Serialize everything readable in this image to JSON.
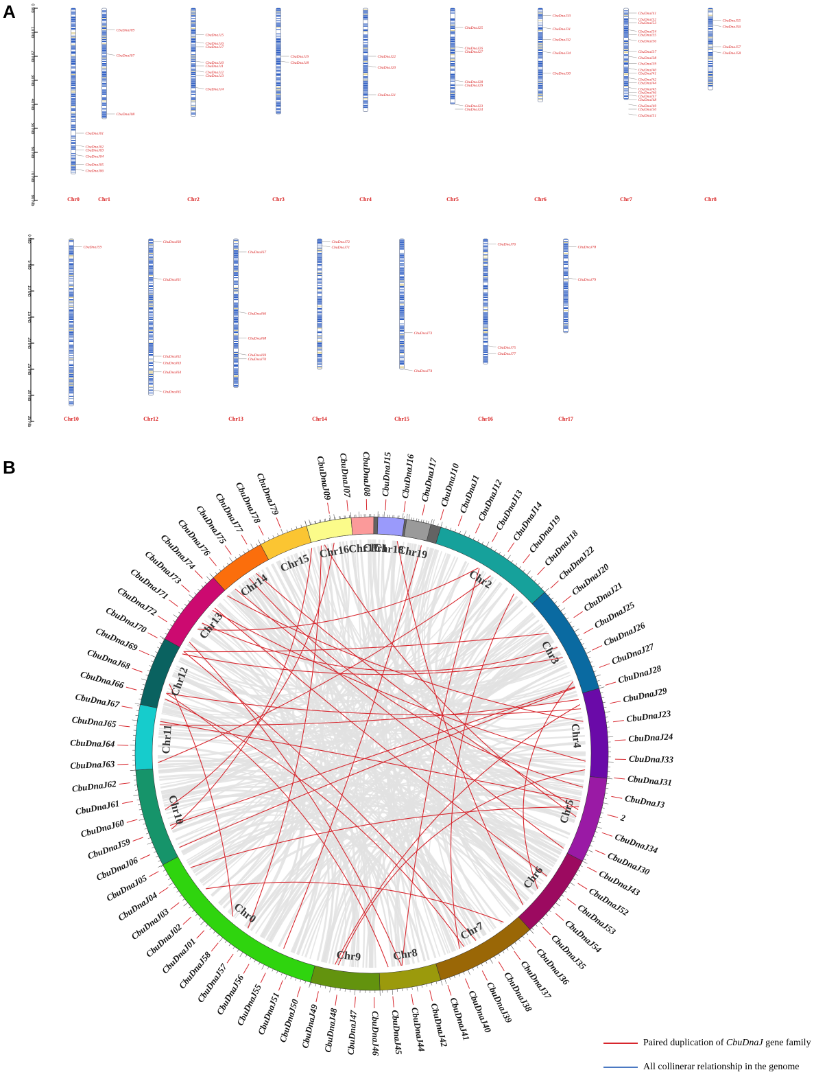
{
  "panel_a_label": "A",
  "panel_b_label": "B",
  "scale_top": {
    "ticks": [
      "0 Mb",
      "10 Mb",
      "20 Mb",
      "30 Mb",
      "40 Mb",
      "50 Mb",
      "60 Mb",
      "70 Mb",
      "80 Mb"
    ],
    "max_mb": 80
  },
  "scale_bottom": {
    "ticks": [
      "0 Mb",
      "5 Mb",
      "10 Mb",
      "15 Mb",
      "20 Mb",
      "25 Mb",
      "30 Mb",
      "35 Mb"
    ],
    "max_mb": 35
  },
  "chromosomes_top": [
    {
      "name": "Chr0",
      "length_mb": 69,
      "genes": [
        {
          "id": "CbuDnaJ01",
          "pos": 52
        },
        {
          "id": "CbuDnaJ02",
          "pos": 57
        },
        {
          "id": "CbuDnaJ03",
          "pos": 59
        },
        {
          "id": "CbuDnaJ04",
          "pos": 61
        },
        {
          "id": "CbuDnaJ05",
          "pos": 65
        },
        {
          "id": "CbuDnaJ06",
          "pos": 67
        }
      ]
    },
    {
      "name": "Chr1",
      "length_mb": 46,
      "genes": [
        {
          "id": "CbuDnaJ09",
          "pos": 9
        },
        {
          "id": "CbuDnaJ07",
          "pos": 19
        },
        {
          "id": "CbuDnaJ08",
          "pos": 44
        }
      ]
    },
    {
      "name": "Chr2",
      "length_mb": 45,
      "genes": [
        {
          "id": "CbuDnaJ15",
          "pos": 11
        },
        {
          "id": "CbuDnaJ16",
          "pos": 14
        },
        {
          "id": "CbuDnaJ17",
          "pos": 16
        },
        {
          "id": "CbuDnaJ10",
          "pos": 22
        },
        {
          "id": "CbuDnaJ11",
          "pos": 24
        },
        {
          "id": "CbuDnaJ12",
          "pos": 26
        },
        {
          "id": "CbuDnaJ13",
          "pos": 28
        },
        {
          "id": "CbuDnaJ14",
          "pos": 33
        }
      ]
    },
    {
      "name": "Chr3",
      "length_mb": 44,
      "genes": [
        {
          "id": "CbuDnaJ19",
          "pos": 20
        },
        {
          "id": "CbuDnaJ18",
          "pos": 22
        }
      ]
    },
    {
      "name": "Chr4",
      "length_mb": 43,
      "genes": [
        {
          "id": "CbuDnaJ22",
          "pos": 20
        },
        {
          "id": "CbuDnaJ20",
          "pos": 24
        },
        {
          "id": "CbuDnaJ21",
          "pos": 36
        }
      ]
    },
    {
      "name": "Chr5",
      "length_mb": 40,
      "genes": [
        {
          "id": "CbuDnaJ25",
          "pos": 8
        },
        {
          "id": "CbuDnaJ26",
          "pos": 16
        },
        {
          "id": "CbuDnaJ27",
          "pos": 18
        },
        {
          "id": "CbuDnaJ28",
          "pos": 30
        },
        {
          "id": "CbuDnaJ29",
          "pos": 32
        },
        {
          "id": "CbuDnaJ23",
          "pos": 40
        },
        {
          "id": "CbuDnaJ24",
          "pos": 42
        }
      ]
    },
    {
      "name": "Chr6",
      "length_mb": 39,
      "genes": [
        {
          "id": "CbuDnaJ33",
          "pos": 3
        },
        {
          "id": "CbuDnaJ31",
          "pos": 8
        },
        {
          "id": "CbuDnaJ32",
          "pos": 13
        },
        {
          "id": "CbuDnaJ34",
          "pos": 18
        },
        {
          "id": "CbuDnaJ30",
          "pos": 27
        }
      ]
    },
    {
      "name": "Chr7",
      "length_mb": 38,
      "genes": [
        {
          "id": "CbuDnaJ41",
          "pos": 2
        },
        {
          "id": "CbuDnaJ52",
          "pos": 4
        },
        {
          "id": "CbuDnaJ53",
          "pos": 6
        },
        {
          "id": "CbuDnaJ54",
          "pos": 9
        },
        {
          "id": "CbuDnaJ35",
          "pos": 11
        },
        {
          "id": "CbuDnaJ36",
          "pos": 13
        },
        {
          "id": "CbuDnaJ37",
          "pos": 18
        },
        {
          "id": "CbuDnaJ38",
          "pos": 20
        },
        {
          "id": "CbuDnaJ39",
          "pos": 23
        },
        {
          "id": "CbuDnaJ40",
          "pos": 25
        },
        {
          "id": "CbuDnaJ41",
          "pos": 27
        },
        {
          "id": "CbuDnaJ42",
          "pos": 29
        },
        {
          "id": "CbuDnaJ44",
          "pos": 31
        },
        {
          "id": "CbuDnaJ45",
          "pos": 33
        },
        {
          "id": "CbuDnaJ46",
          "pos": 35
        },
        {
          "id": "CbuDnaJ47",
          "pos": 36
        },
        {
          "id": "CbuDnaJ48",
          "pos": 38
        },
        {
          "id": "CbuDnaJ49",
          "pos": 40
        },
        {
          "id": "CbuDnaJ50",
          "pos": 42
        },
        {
          "id": "CbuDnaJ51",
          "pos": 44
        }
      ]
    },
    {
      "name": "Chr8",
      "length_mb": 34,
      "genes": [
        {
          "id": "CbuDnaJ55",
          "pos": 5
        },
        {
          "id": "CbuDnaJ56",
          "pos": 7
        },
        {
          "id": "CbuDnaJ57",
          "pos": 16
        },
        {
          "id": "CbuDnaJ58",
          "pos": 18
        }
      ]
    }
  ],
  "chromosomes_bottom": [
    {
      "name": "Chr10",
      "length_mb": 32,
      "genes": [
        {
          "id": "CbuDnaJ59",
          "pos": 1.5
        }
      ]
    },
    {
      "name": "Chr12",
      "length_mb": 30,
      "genes": [
        {
          "id": "CbuDnaJ60",
          "pos": 0.5
        },
        {
          "id": "CbuDnaJ61",
          "pos": 7.5
        },
        {
          "id": "CbuDnaJ62",
          "pos": 22.5
        },
        {
          "id": "CbuDnaJ63",
          "pos": 23.5
        },
        {
          "id": "CbuDnaJ64",
          "pos": 25.5
        },
        {
          "id": "CbuDnaJ65",
          "pos": 29
        }
      ]
    },
    {
      "name": "Chr13",
      "length_mb": 28.5,
      "genes": [
        {
          "id": "CbuDnaJ67",
          "pos": 2.5
        },
        {
          "id": "CbuDnaJ66",
          "pos": 14
        },
        {
          "id": "CbuDnaJ68",
          "pos": 19
        },
        {
          "id": "CbuDnaJ69",
          "pos": 22
        },
        {
          "id": "CbuDnaJ70",
          "pos": 23
        }
      ]
    },
    {
      "name": "Chr14",
      "length_mb": 25,
      "genes": [
        {
          "id": "CbuDnaJ72",
          "pos": 0.5
        },
        {
          "id": "CbuDnaJ71",
          "pos": 1.3
        }
      ]
    },
    {
      "name": "Chr15",
      "length_mb": 25,
      "genes": [
        {
          "id": "CbuDnaJ73",
          "pos": 18
        },
        {
          "id": "CbuDnaJ74",
          "pos": 25
        }
      ]
    },
    {
      "name": "Chr16",
      "length_mb": 24,
      "genes": [
        {
          "id": "CbuDnaJ76",
          "pos": 1
        },
        {
          "id": "CbuDnaJ75",
          "pos": 20.5
        },
        {
          "id": "CbuDnaJ77",
          "pos": 22
        }
      ]
    },
    {
      "name": "Chr17",
      "length_mb": 18,
      "genes": [
        {
          "id": "CbuDnaJ78",
          "pos": 1.5
        },
        {
          "id": "CbuDnaJ79",
          "pos": 7.5
        }
      ]
    }
  ],
  "circos": {
    "chromosomes": [
      {
        "name": "Chr1",
        "color": "#636363"
      },
      {
        "name": "Chr2",
        "color": "#16a19b"
      },
      {
        "name": "Chr3",
        "color": "#0a6aa1"
      },
      {
        "name": "Chr4",
        "color": "#6a0aa8"
      },
      {
        "name": "Chr5",
        "color": "#9a1aa5"
      },
      {
        "name": "Chr6",
        "color": "#9c0a60"
      },
      {
        "name": "Chr7",
        "color": "#9a6706"
      },
      {
        "name": "Chr8",
        "color": "#9b9a0c"
      },
      {
        "name": "Chr9",
        "color": "#63930e"
      },
      {
        "name": "Chr0",
        "color": "#2fd40e"
      },
      {
        "name": "Chr10",
        "color": "#16946a"
      },
      {
        "name": "Chr11",
        "color": "#16cccc"
      },
      {
        "name": "Chr12",
        "color": "#0a6260"
      },
      {
        "name": "Chr13",
        "color": "#cc0a70"
      },
      {
        "name": "Chr14",
        "color": "#fb6e0c"
      },
      {
        "name": "Chr15",
        "color": "#fbc532"
      },
      {
        "name": "Chr16",
        "color": "#fbfb8a"
      },
      {
        "name": "Chr17",
        "color": "#fb9a9a"
      },
      {
        "name": "Chr18",
        "color": "#9a9afb"
      },
      {
        "name": "Chr19",
        "color": "#9a9a9a"
      }
    ],
    "gene_labels": [
      "CbuDnaJ09",
      "CbuDnaJ07",
      "CbuDnaJ08",
      "CbuDnaJ15",
      "CbuDnaJ16",
      "CbuDnaJ17",
      "CbuDnaJ10",
      "CbuDnaJ1",
      "CbuDnaJ12",
      "CbuDnaJ13",
      "CbuDnaJ14",
      "CbuDnaJ19",
      "CbuDnaJ18",
      "CbuDnaJ22",
      "CbuDnaJ20",
      "CbuDnaJ21",
      "CbuDnaJ25",
      "CbuDnaJ26",
      "CbuDnaJ27",
      "CbuDnaJ28",
      "CbuDnaJ29",
      "CbuDnaJ23",
      "CbuDnaJ24",
      "CbuDnaJ33",
      "CbuDnaJ31",
      "CbuDnaJ3",
      "2",
      "CbuDnaJ34",
      "CbuDnaJ30",
      "CbuDnaJ43",
      "CbuDnaJ52",
      "CbuDnaJ53",
      "CbuDnaJ54",
      "CbuDnaJ35",
      "CbuDnaJ36",
      "CbuDnaJ37",
      "CbuDnaJ38",
      "CbuDnaJ39",
      "CbuDnaJ40",
      "CbuDnaJ41",
      "CbuDnaJ42",
      "CbuDnaJ44",
      "CbuDnaJ45",
      "CbuDnaJ46",
      "CbuDnaJ47",
      "CbuDnaJ48",
      "CbuDnaJ49",
      "CbuDnaJ50",
      "CbuDnaJ51",
      "CbuDnaJ55",
      "CbuDnaJ56",
      "CbuDnaJ57",
      "CbuDnaJ58",
      "CbuDnaJ01",
      "CbuDnaJ02",
      "CbuDnaJ03",
      "CbuDnaJ04",
      "CbuDnaJ05",
      "CbuDnaJ06",
      "CbuDnaJ59",
      "CbuDnaJ60",
      "CbuDnaJ61",
      "CbuDnaJ62",
      "CbuDnaJ63",
      "CbuDnaJ64",
      "CbuDnaJ65",
      "CbuDnaJ67",
      "CbuDnaJ66",
      "CbuDnaJ68",
      "CbuDnaJ69",
      "CbuDnaJ70",
      "CbuDnaJ72",
      "CbuDnaJ71",
      "CbuDnaJ73",
      "CbuDnaJ74",
      "CbuDnaJ76",
      "CbuDnaJ75",
      "CbuDnaJ77",
      "CbuDnaJ78",
      "CbuDnaJ79"
    ]
  },
  "legend": {
    "paired_label_pre": "Paired duplication of ",
    "paired_label_em": "CbuDnaJ",
    "paired_label_post": " gene family",
    "paired_color": "#d7262d",
    "all_label": "All collinerar relationship in the genome",
    "all_color": "#4a78c2"
  }
}
